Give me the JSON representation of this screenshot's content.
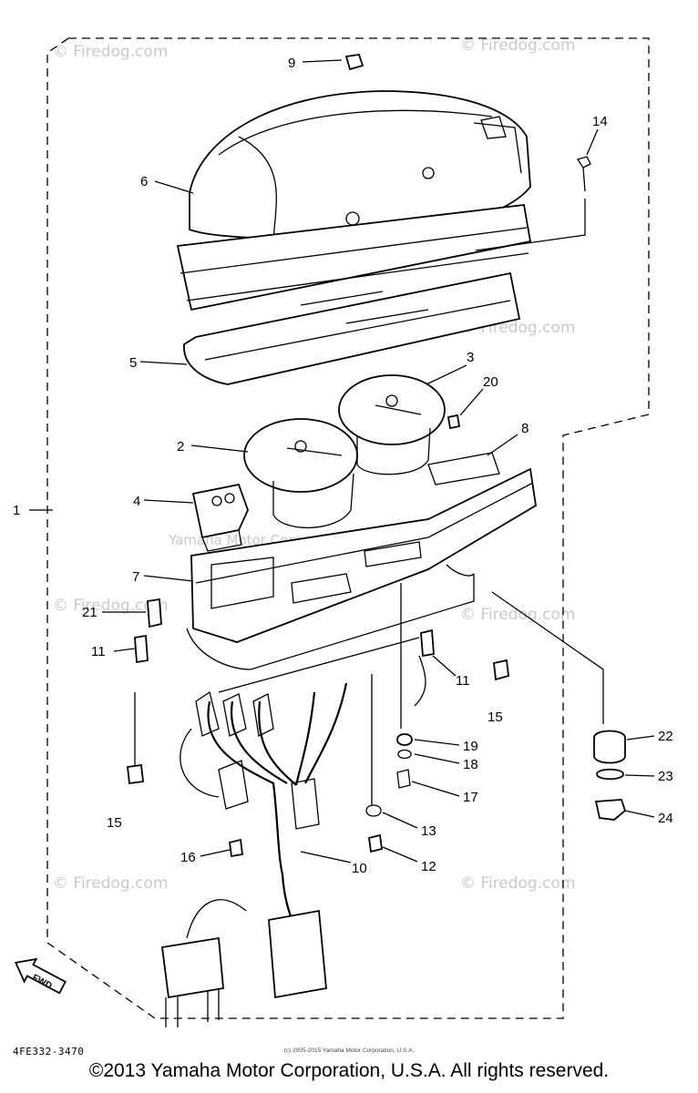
{
  "watermarks": {
    "firedog": "© Firedog.com",
    "yamaha_faint": "Yamaha Motor Corporation, U.S.A."
  },
  "callouts": {
    "c1": "1",
    "c2": "2",
    "c3": "3",
    "c4": "4",
    "c5": "5",
    "c6": "6",
    "c7": "7",
    "c8": "8",
    "c9": "9",
    "c10": "10",
    "c11a": "11",
    "c11b": "11",
    "c12": "12",
    "c13": "13",
    "c14": "14",
    "c15a": "15",
    "c15b": "15",
    "c16": "16",
    "c17": "17",
    "c18": "18",
    "c19": "19",
    "c20": "20",
    "c21": "21",
    "c22": "22",
    "c23": "23",
    "c24": "24"
  },
  "fwd_label": "FWD",
  "part_code": "4FE332-3470",
  "small_copyright": "(c) 2005-2015 Yamaha Motor Corporation, U.S.A.",
  "footer_copyright": "©2013 Yamaha Motor Corporation, U.S.A. All rights reserved."
}
